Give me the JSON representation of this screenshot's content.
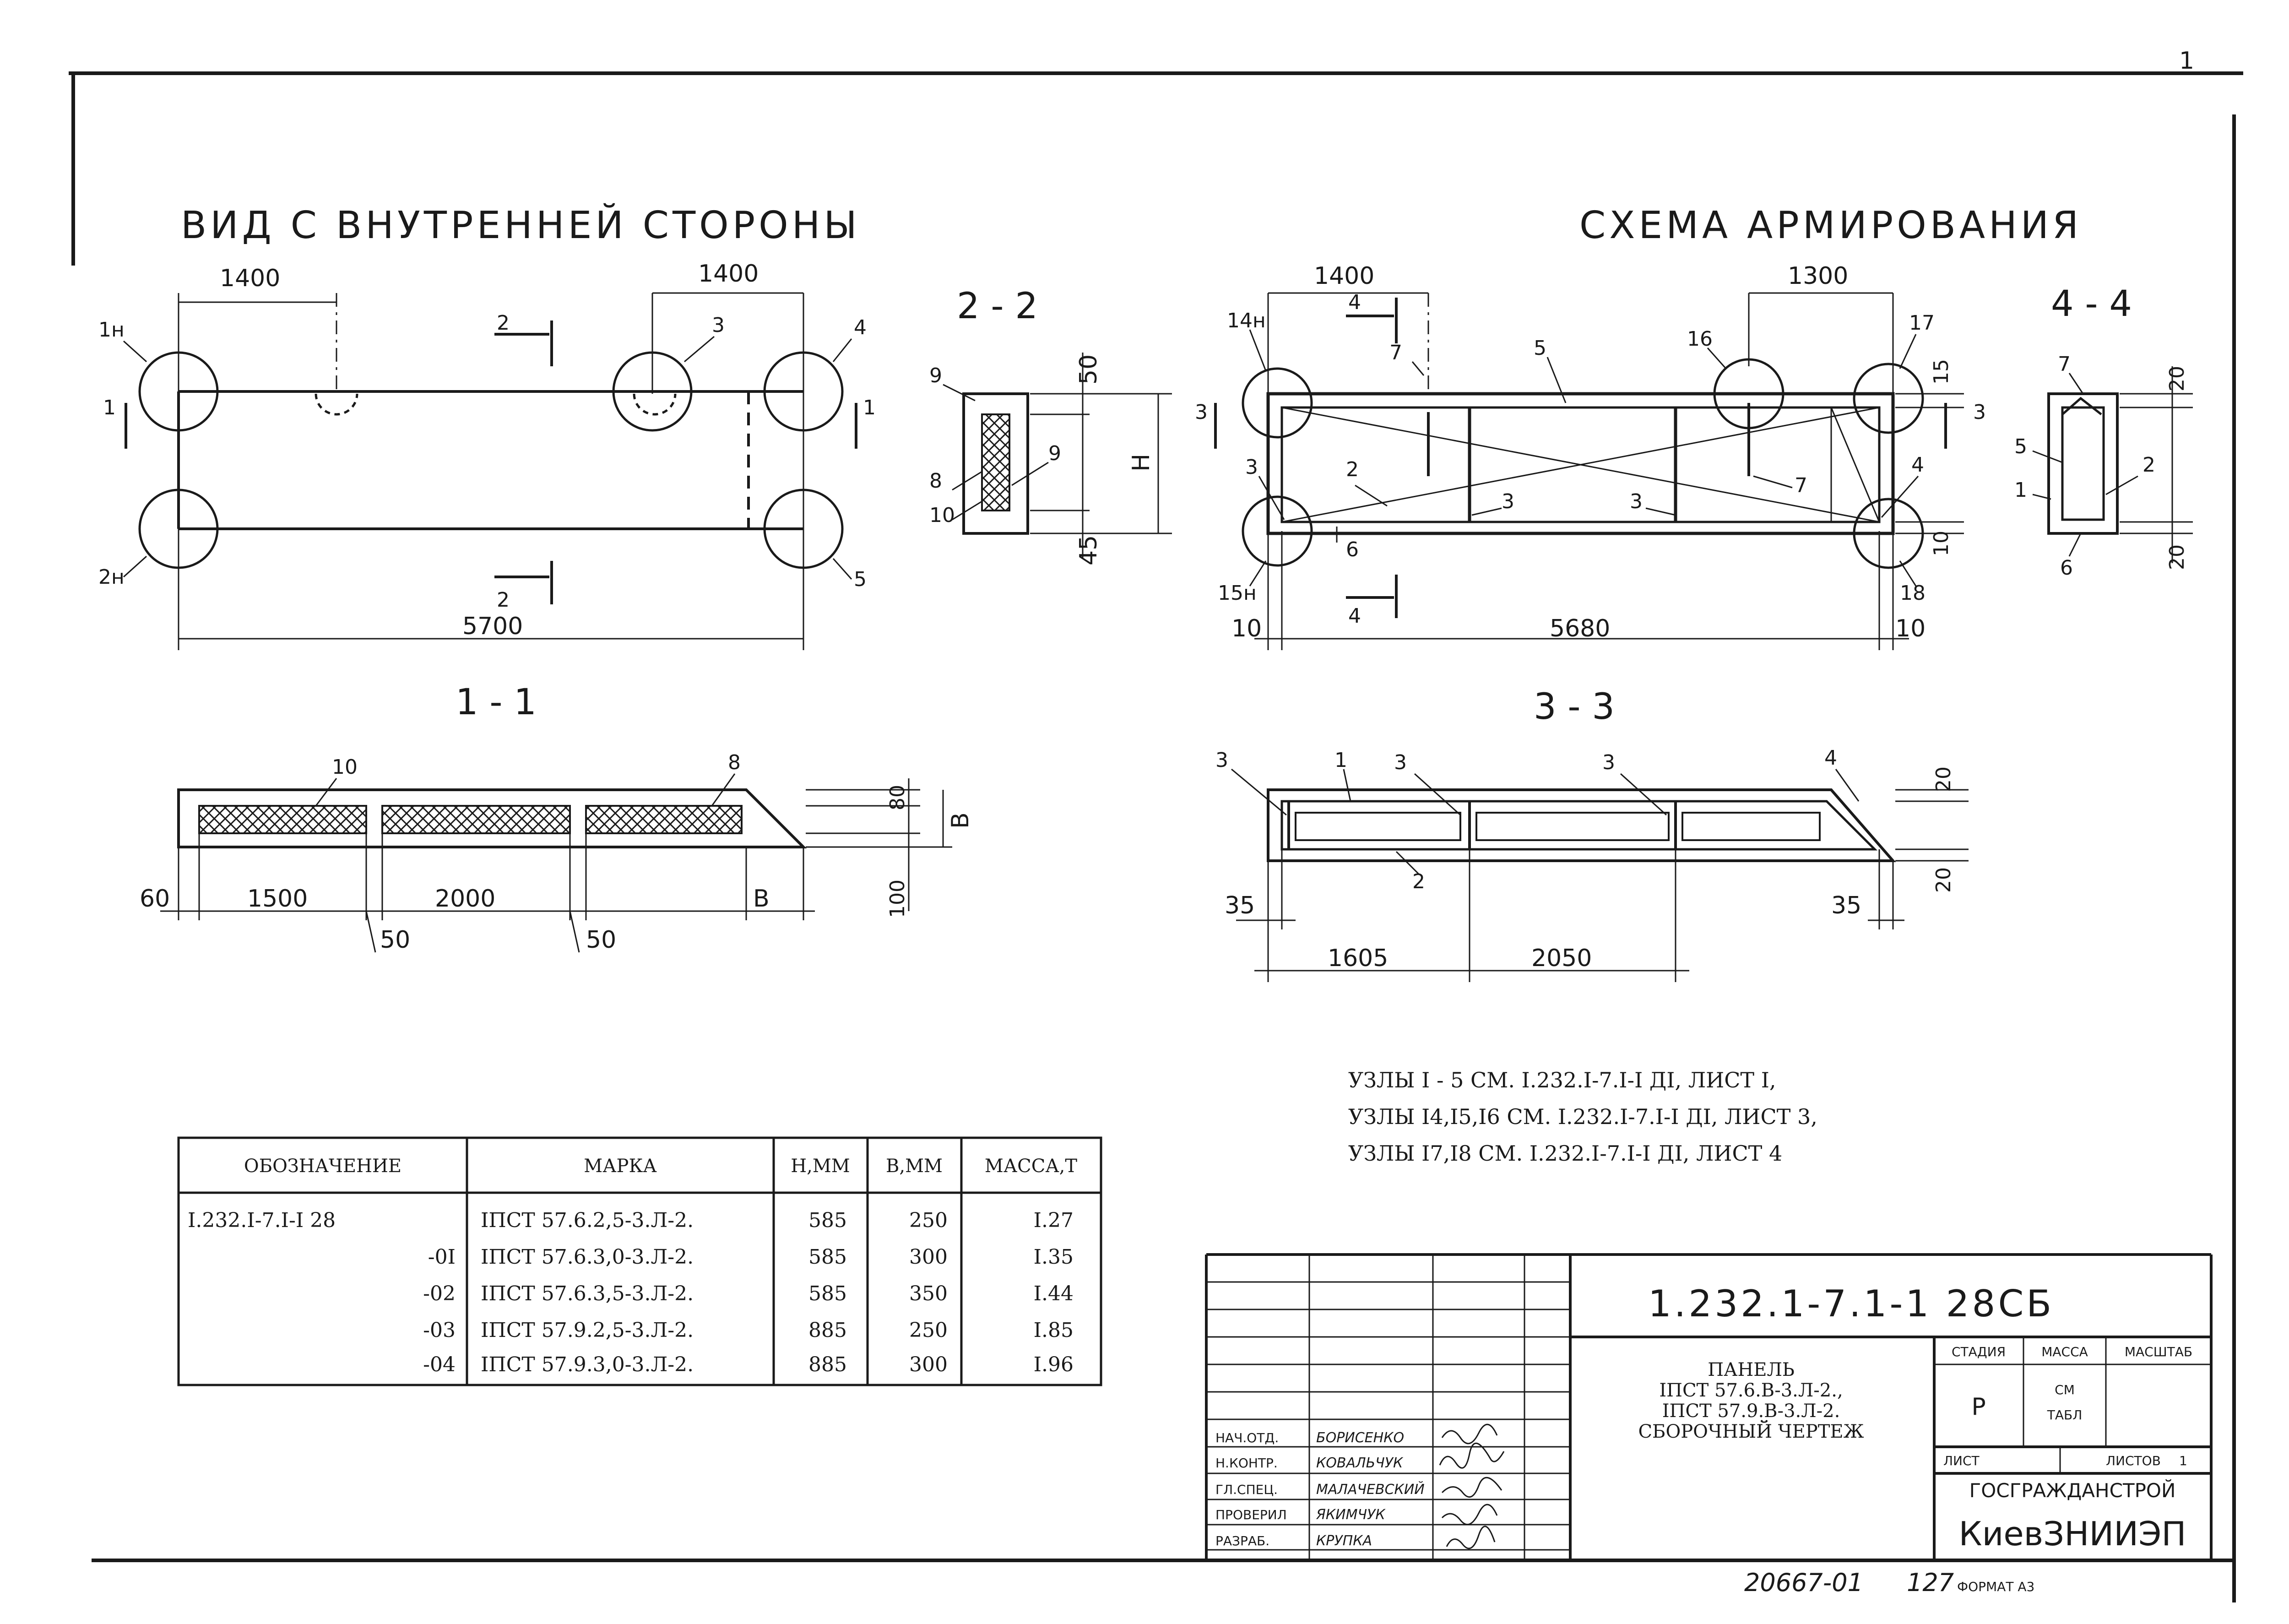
{
  "titles": {
    "left": "ВИД С ВНУТРЕННЕЙ СТОРОНЫ",
    "right": "СХЕМА АРМИРОВАНИЯ"
  },
  "sections": {
    "s11": "1 - 1",
    "s22": "2 - 2",
    "s33": "3 - 3",
    "s44": "4 - 4"
  },
  "view": {
    "dim_1400_left": "1400",
    "dim_1400_right": "1400",
    "dim_5700": "5700",
    "nodes": [
      "1н",
      "2н",
      "3",
      "4",
      "5"
    ],
    "cut_marks": [
      "2",
      "2",
      "1",
      "1"
    ]
  },
  "section22": {
    "dim_50": "50",
    "dim_h": "Н",
    "dim_45": "45",
    "labels": [
      "9",
      "8",
      "10",
      "9"
    ]
  },
  "reinforcement": {
    "dim_1400": "1400",
    "dim_1300": "1300",
    "dim_5680": "5680",
    "dim_10_left": "10",
    "dim_10_right": "10",
    "dim_15": "15",
    "dim_10_side": "10",
    "labels": [
      "14н",
      "15н",
      "16",
      "17",
      "18",
      "7",
      "7",
      "5",
      "2",
      "3",
      "3",
      "3",
      "4",
      "6",
      "3",
      "3",
      "4",
      "4"
    ]
  },
  "section44": {
    "dim_20_top": "20",
    "dim_20_bottom": "20",
    "labels": [
      "7",
      "5",
      "1",
      "2",
      "6"
    ]
  },
  "section11": {
    "dim_60": "60",
    "dim_1500": "1500",
    "dim_2000": "2000",
    "dim_50_a": "50",
    "dim_50_b": "50",
    "dim_b_bottom": "В",
    "dim_80": "80",
    "dim_b_side": "В",
    "dim_100": "100",
    "labels": [
      "10",
      "8"
    ]
  },
  "section33": {
    "dim_35_left": "35",
    "dim_35_right": "35",
    "dim_1605": "1605",
    "dim_2050": "2050",
    "dim_20_top": "20",
    "dim_20_bottom": "20",
    "labels": [
      "3",
      "1",
      "3",
      "3",
      "4",
      "2"
    ]
  },
  "notes": [
    "УЗЛЫ  I - 5  СМ. I.232.I-7.I-I ДI, ЛИСТ I,",
    "УЗЛЫ  I4,I5,I6  СМ. I.232.I-7.I-I ДI, ЛИСТ 3,",
    "УЗЛЫ  I7,I8  СМ. I.232.I-7.I-I ДI, ЛИСТ 4"
  ],
  "spec_table": {
    "headers": [
      "ОБОЗНАЧЕНИЕ",
      "МАРКА",
      "Н,ММ",
      "В,ММ",
      "МАССА,Т"
    ],
    "rows": [
      [
        "I.232.I-7.I-I 28",
        "IПСТ 57.6.2,5-3.Л-2.",
        "585",
        "250",
        "I.27"
      ],
      [
        "-0I",
        "IПСТ 57.6.3,0-3.Л-2.",
        "585",
        "300",
        "I.35"
      ],
      [
        "-02",
        "IПСТ 57.6.3,5-3.Л-2.",
        "585",
        "350",
        "I.44"
      ],
      [
        "-03",
        "IПСТ 57.9.2,5-3.Л-2.",
        "885",
        "250",
        "I.85"
      ],
      [
        "-04",
        "IПСТ 57.9.3,0-3.Л-2.",
        "885",
        "300",
        "I.96"
      ]
    ]
  },
  "title_block": {
    "code": "1.232.1-7.1-1 28СБ",
    "name_lines": [
      "ПАНЕЛЬ",
      "IПСТ 57.6.В-3.Л-2.,",
      "IПСТ 57.9.В-3.Л-2.",
      "СБОРОЧНЫЙ ЧЕРТЕЖ"
    ],
    "stage_header": "СТАДИЯ",
    "mass_header": "МАССА",
    "scale_header": "МАСШТАБ",
    "stage": "Р",
    "mass_line1": "СМ",
    "mass_line2": "ТАБЛ",
    "sheet_label": "ЛИСТ",
    "sheets_label": "ЛИСТОВ",
    "sheets_value": "1",
    "org_top": "ГОСГРАЖДАНСТРОЙ",
    "org_main": "КиевЗНИИЭП",
    "staff": [
      {
        "role": "НАЧ.ОТД.",
        "name": "БОРИСЕНКО"
      },
      {
        "role": "Н.КОНТР.",
        "name": "КОВАЛЬЧУК"
      },
      {
        "role": "ГЛ.СПЕЦ.",
        "name": "МАЛАЧЕВСКИЙ"
      },
      {
        "role": "ПРОВЕРИЛ",
        "name": "ЯКИМЧУК"
      },
      {
        "role": "РАЗРАБ.",
        "name": "КРУПКА"
      }
    ]
  },
  "footer": {
    "number": "20667-01",
    "page": "127",
    "format": "ФОРМАТ А3"
  },
  "corner_mark": "1"
}
